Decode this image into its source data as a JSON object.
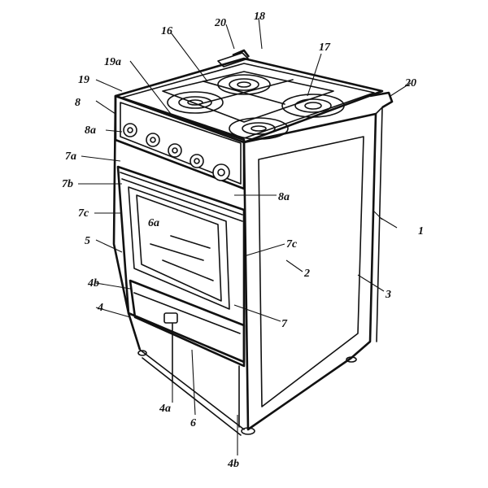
{
  "labels": {
    "l1": "1",
    "l2": "2",
    "l3": "3",
    "l4": "4",
    "l4a": "4a",
    "l4b_left": "4b",
    "l4b_bottom": "4b",
    "l5": "5",
    "l6": "6",
    "l6a": "6a",
    "l7": "7",
    "l7a": "7a",
    "l7b": "7b",
    "l7c_left": "7c",
    "l7c_door": "7c",
    "l8": "8",
    "l8a_left": "8a",
    "l8a_right": "8a",
    "l16": "16",
    "l17": "17",
    "l18": "18",
    "l19": "19",
    "l19a": "19a",
    "l20_top": "20",
    "l20_right": "20"
  }
}
